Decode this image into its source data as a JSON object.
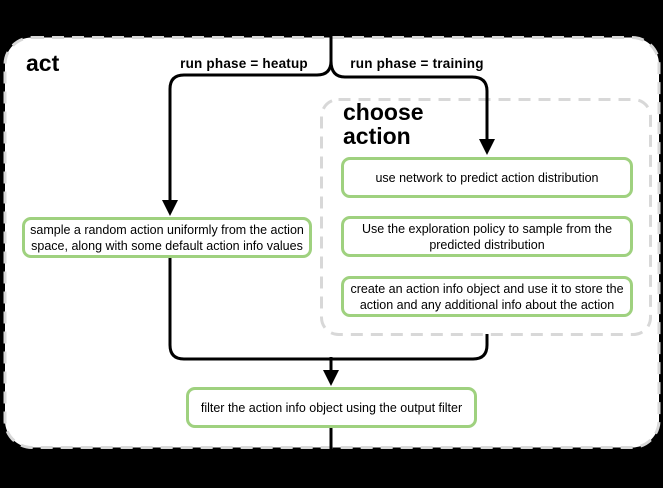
{
  "diagram": {
    "title": "act",
    "colors": {
      "background": "#000000",
      "panel_fill": "#ffffff",
      "dashed_border": "#d8d8d8",
      "node_border": "#9fd17f",
      "node_fill": "#ffffff",
      "connector": "#000000",
      "text": "#000000"
    },
    "edge_labels": {
      "heatup": "run phase = heatup",
      "training": "run phase = training"
    },
    "subgraph": {
      "title_lines": [
        "choose",
        "action"
      ]
    },
    "nodes": {
      "sample_random": [
        "sample a random action uniformly from the action",
        "space, along with some default action info values"
      ],
      "use_network": [
        "use network to predict action distribution"
      ],
      "exploration_policy": [
        "Use the exploration policy to sample from the",
        "predicted distribution"
      ],
      "action_info": [
        "create an action info object and use it to store the",
        "action and any additional info about the action"
      ],
      "filter_output": [
        "filter the action info object using the output filter"
      ]
    }
  }
}
